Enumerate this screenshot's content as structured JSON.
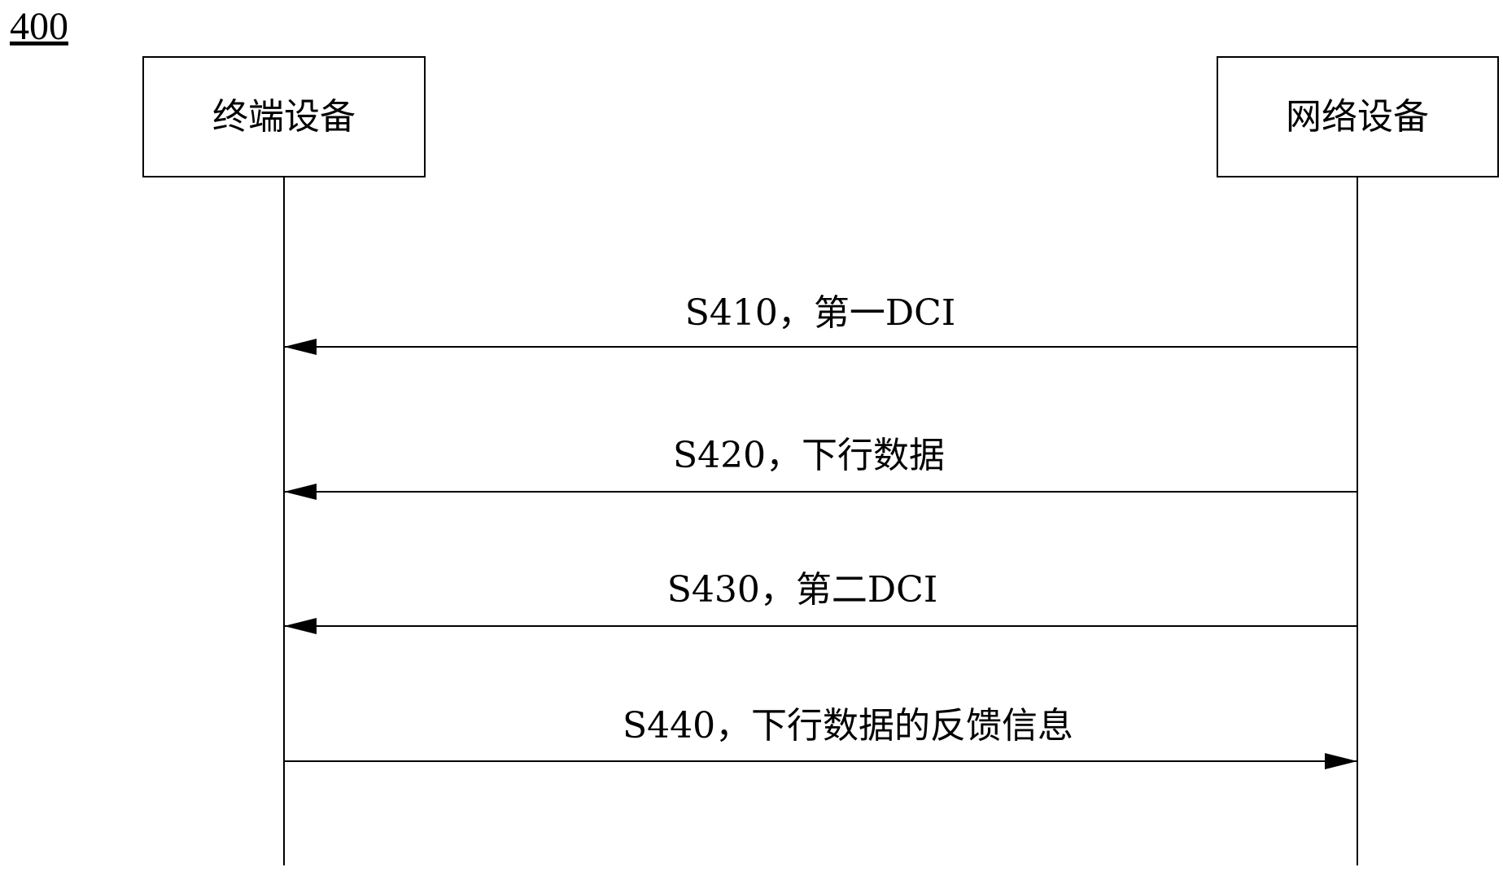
{
  "figure_number": "400",
  "participants": {
    "left": "终端设备",
    "right": "网络设备"
  },
  "messages": [
    {
      "label": "S410，第一DCI",
      "direction": "right-to-left"
    },
    {
      "label": "S420，下行数据",
      "direction": "right-to-left"
    },
    {
      "label": "S430，第二DCI",
      "direction": "right-to-left"
    },
    {
      "label": "S440，下行数据的反馈信息",
      "direction": "left-to-right"
    }
  ]
}
